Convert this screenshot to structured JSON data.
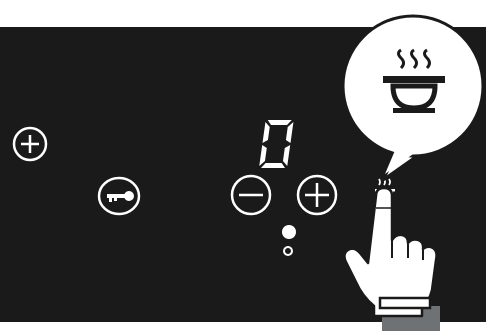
{
  "panel": {
    "background": "#1a1a1a",
    "foreground": "#ffffff"
  },
  "display": {
    "digit": "0"
  },
  "icons": {
    "power_plus": "plus-circle-icon",
    "lock": "key-icon",
    "minus": "minus-circle-icon",
    "plus": "plus-circle-icon",
    "keep_warm": "steaming-pot-icon",
    "hand": "pointing-hand-icon"
  },
  "indicators": {
    "dot_top_state": "on",
    "dot_bottom_state": "off"
  }
}
